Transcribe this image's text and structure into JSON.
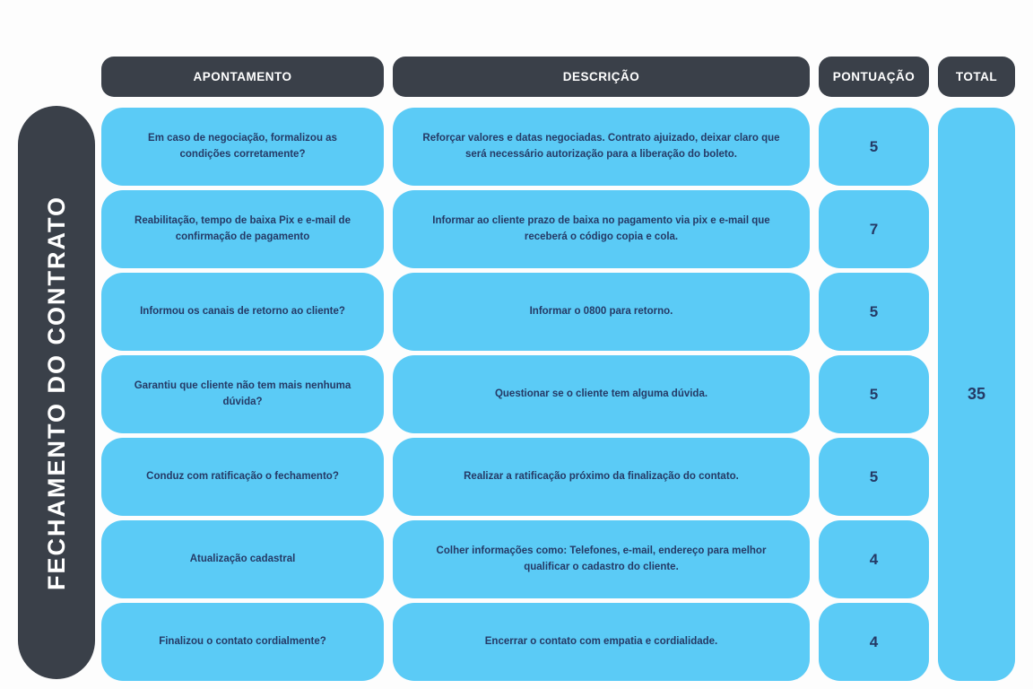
{
  "colors": {
    "dark": "#3a4049",
    "blue": "#5bcbf6",
    "cell_text": "#253a66",
    "header_text": "#ffffff",
    "background": "#fdfdfd"
  },
  "sidebar": {
    "title": "FECHAMENTO DO CONTRATO"
  },
  "table": {
    "headers": [
      "APONTAMENTO",
      "DESCRIÇÃO",
      "PONTUAÇÃO",
      "TOTAL"
    ],
    "rows": [
      {
        "apontamento": "Em caso de negociação, formalizou as condições corretamente?",
        "descricao": "Reforçar valores e datas negociadas. Contrato ajuizado, deixar claro que será necessário autorização para a liberação do boleto.",
        "pontuacao": "5"
      },
      {
        "apontamento": "Reabilitação, tempo de baixa Pix e e-mail de confirmação de pagamento",
        "descricao": "Informar ao cliente prazo de baixa no pagamento via pix e e-mail que receberá o código copia e cola.",
        "pontuacao": "7"
      },
      {
        "apontamento": "Informou os canais de retorno ao cliente?",
        "descricao": "Informar o 0800 para retorno.",
        "pontuacao": "5"
      },
      {
        "apontamento": "Garantiu que cliente não tem mais nenhuma dúvida?",
        "descricao": "Questionar se o cliente tem alguma dúvida.",
        "pontuacao": "5"
      },
      {
        "apontamento": "Conduz com ratificação o fechamento?",
        "descricao": "Realizar a ratificação próximo da finalização do contato.",
        "pontuacao": "5"
      },
      {
        "apontamento": "Atualização cadastral",
        "descricao": "Colher informações como: Telefones, e-mail, endereço para melhor qualificar o cadastro do cliente.",
        "pontuacao": "4"
      },
      {
        "apontamento": "Finalizou o contato cordialmente?",
        "descricao": "Encerrar o contato com empatia e cordialidade.",
        "pontuacao": "4"
      }
    ],
    "total": "35"
  }
}
